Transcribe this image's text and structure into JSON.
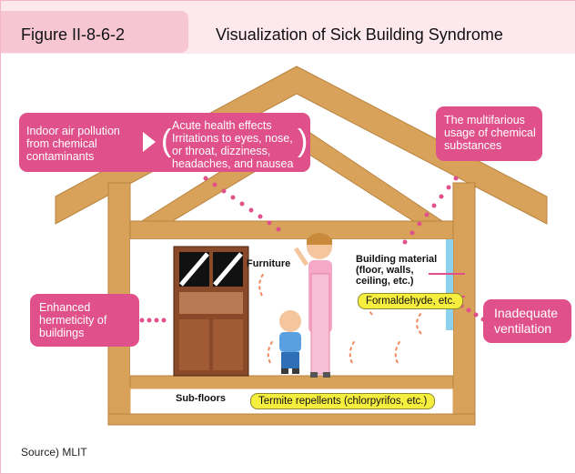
{
  "figure": {
    "label": "Figure II-8-6-2",
    "title": "Visualization of Sick Building Syndrome"
  },
  "callouts": {
    "air_pollution": "Indoor air pollution\nfrom chemical\ncontaminants",
    "health_effects_title": "Acute health effects",
    "health_effects_body": "Irritations to eyes, nose,\nor throat, dizziness,\nheadaches, and nausea",
    "chemical_usage": "The multifarious\nusage of chemical\nsubstances",
    "hermeticity": "Enhanced\nhermeticity of\nbuildings",
    "ventilation": "Inadequate\nventilation"
  },
  "labels": {
    "furniture": "Furniture",
    "building_material": "Building material\n(floor, walls,\nceiling, etc.)",
    "sub_floors": "Sub-floors",
    "formaldehyde": "Formaldehyde, etc.",
    "termite": "Termite repellents (chlorpyrifos, etc.)"
  },
  "source": "Source) MLIT",
  "colors": {
    "roof": "#d8a25a",
    "pink": "#e0508a",
    "highlight_yellow": "#f6ee3f",
    "arrow_orange": "#f08a5e"
  }
}
